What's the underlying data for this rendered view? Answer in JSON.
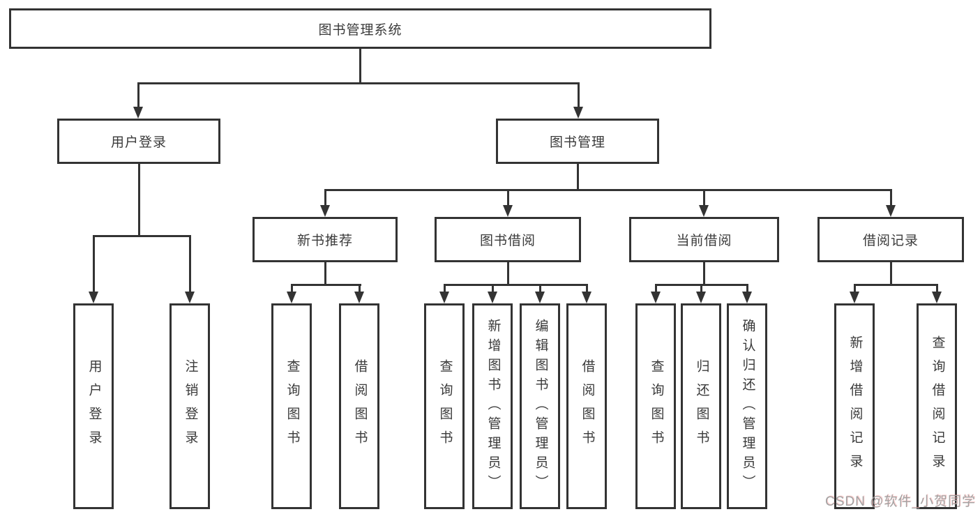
{
  "diagram": {
    "root": {
      "label": "图书管理系统"
    },
    "branches": [
      {
        "label": "用户登录",
        "children": [
          {
            "label": "用户登录"
          },
          {
            "label": "注销登录"
          }
        ]
      },
      {
        "label": "图书管理",
        "children": [
          {
            "label": "新书推荐",
            "children": [
              {
                "label": "查询图书"
              },
              {
                "label": "借阅图书"
              }
            ]
          },
          {
            "label": "图书借阅",
            "children": [
              {
                "label": "查询图书"
              },
              {
                "label": "新增图书（管理员）"
              },
              {
                "label": "编辑图书（管理员）"
              },
              {
                "label": "借阅图书"
              }
            ]
          },
          {
            "label": "当前借阅",
            "children": [
              {
                "label": "查询图书"
              },
              {
                "label": "归还图书"
              },
              {
                "label": "确认归还（管理员）"
              }
            ]
          },
          {
            "label": "借阅记录",
            "children": [
              {
                "label": "新增借阅记录"
              },
              {
                "label": "查询借阅记录"
              }
            ]
          }
        ]
      }
    ]
  },
  "watermark": {
    "text": "CSDN @软件_小贺同学"
  },
  "colors": {
    "line": "#333333",
    "box_border": "#333333",
    "text": "#3a3a3a",
    "watermark": "#a3a3a3",
    "background": "#ffffff"
  }
}
